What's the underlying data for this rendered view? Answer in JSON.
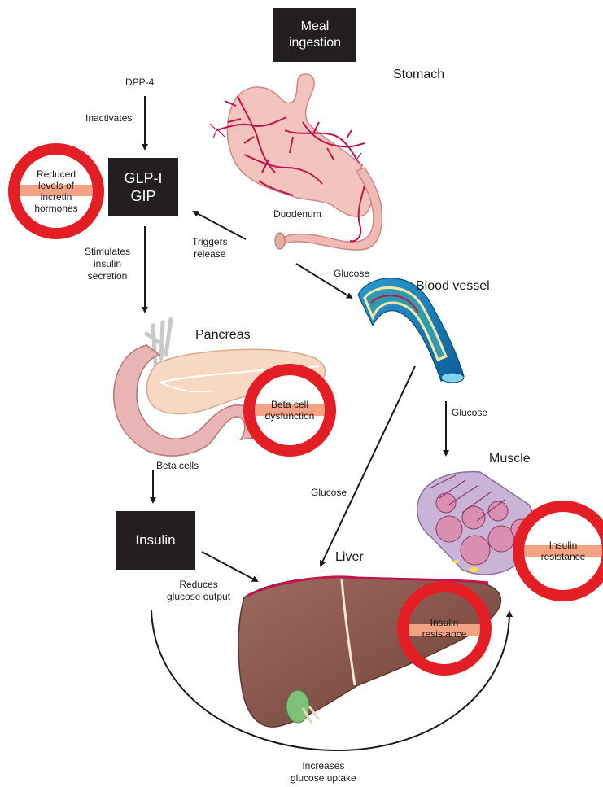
{
  "boxes": {
    "meal": "Meal\ningestion",
    "glp": "GLP-I\nGIP",
    "insulin": "Insulin"
  },
  "organs": {
    "stomach": "Stomach",
    "duodenum": "Duodenum",
    "blood_vessel": "Blood vessel",
    "pancreas": "Pancreas",
    "beta_cells": "Beta cells",
    "muscle": "Muscle",
    "liver": "Liver"
  },
  "arrows": {
    "dpp4": "DPP-4",
    "inactivates": "Inactivates",
    "triggers_release": "Triggers\nrelease",
    "glucose_top": "Glucose",
    "stimulates": "Stimulates\ninsulin\nsecretion",
    "glucose_right": "Glucose",
    "glucose_mid": "Glucose",
    "reduces": "Reduces\nglucose output",
    "increases": "Increases\nglucose uptake"
  },
  "defects": {
    "incretin": "Reduced\nlevels of\nincretin\nhormones",
    "beta": "Beta cell\ndysfunction",
    "muscle_ir": "Insulin\nresistance",
    "liver_ir": "Insulin\nresistance"
  },
  "colors": {
    "box_fill": "#231f20",
    "sign_ring": "#e31e24",
    "sign_bar": "#f4a284",
    "stomach": "#f3c3be",
    "vessel_red": "#c4144f",
    "pancreas": "#f7d8c2",
    "liver": "#8c5a50",
    "muscle": "#d88fb2",
    "blood_vessel": "#35a8d6"
  }
}
